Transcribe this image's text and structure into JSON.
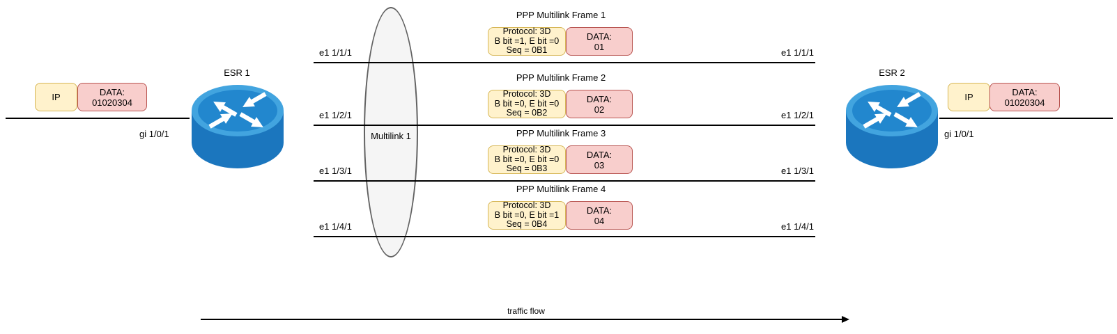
{
  "left_host": {
    "ip_label": "IP",
    "data_label": "DATA:",
    "data_value": "01020304",
    "interface_label": "gi 1/0/1",
    "router_label": "ESR 1"
  },
  "right_host": {
    "ip_label": "IP",
    "data_label": "DATA:",
    "data_value": "01020304",
    "interface_label": "gi 1/0/1",
    "router_label": "ESR 2"
  },
  "multilink": {
    "bundle_label": "Multilink 1",
    "links": [
      {
        "left_label": "e1 1/1/1",
        "right_label": "e1 1/1/1"
      },
      {
        "left_label": "e1 1/2/1",
        "right_label": "e1 1/2/1"
      },
      {
        "left_label": "e1 1/3/1",
        "right_label": "e1 1/3/1"
      },
      {
        "left_label": "e1 1/4/1",
        "right_label": "e1 1/4/1"
      }
    ],
    "frames": [
      {
        "title": "PPP Multilink Frame 1",
        "protocol": {
          "line1": "Protocol: 3D",
          "line2": "B bit =1, E bit =0",
          "line3": "Seq = 0B1"
        },
        "data_label": "DATA:",
        "data_value": "01"
      },
      {
        "title": "PPP Multilink Frame 2",
        "protocol": {
          "line1": "Protocol: 3D",
          "line2": "B bit =0, E bit =0",
          "line3": "Seq = 0B2"
        },
        "data_label": "DATA:",
        "data_value": "02"
      },
      {
        "title": "PPP Multilink Frame 3",
        "protocol": {
          "line1": "Protocol: 3D",
          "line2": "B bit =0, E bit =0",
          "line3": "Seq = 0B3"
        },
        "data_label": "DATA:",
        "data_value": "03"
      },
      {
        "title": "PPP Multilink Frame 4",
        "protocol": {
          "line1": "Protocol: 3D",
          "line2": "B bit =0, E bit =1",
          "line3": "Seq = 0B4"
        },
        "data_label": "DATA:",
        "data_value": "04"
      }
    ]
  },
  "traffic_flow_label": "traffic flow",
  "colors": {
    "protocol_box_fill": "#FFF2CC",
    "protocol_box_border": "#D6B656",
    "data_box_fill": "#F8CECC",
    "data_box_border": "#B85450",
    "ellipse_fill": "#F5F5F5",
    "ellipse_border": "#616161",
    "router_rim": "#42A4DF",
    "router_top": "#2287CE",
    "router_body": "#1B76BE",
    "line": "#000000"
  }
}
